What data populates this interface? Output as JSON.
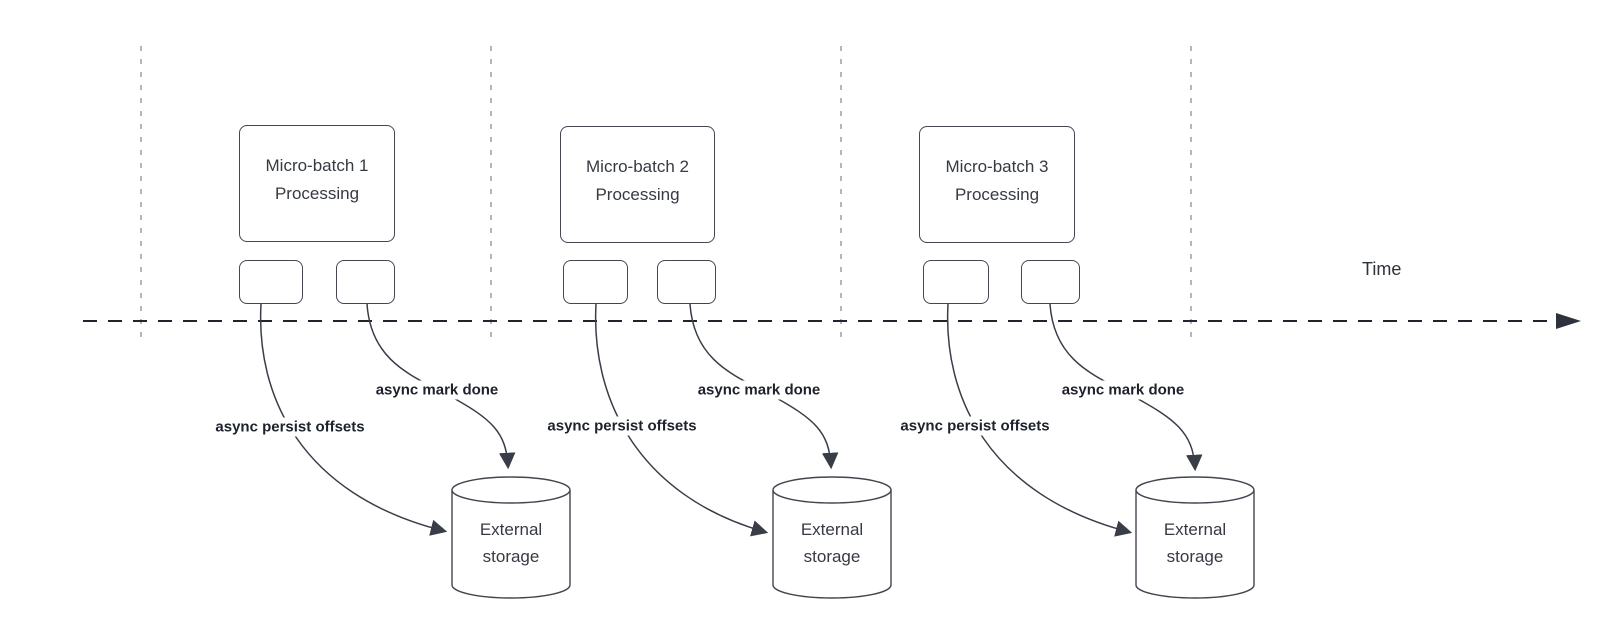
{
  "diagram": {
    "time_label": "Time",
    "groups": [
      {
        "title_line1": "Micro-batch 1",
        "title_line2": "Processing",
        "persist_label": "async persist offsets",
        "done_label": "async mark done",
        "storage_line1": "External",
        "storage_line2": "storage"
      },
      {
        "title_line1": "Micro-batch 2",
        "title_line2": "Processing",
        "persist_label": "async persist offsets",
        "done_label": "async mark done",
        "storage_line1": "External",
        "storage_line2": "storage"
      },
      {
        "title_line1": "Micro-batch 3",
        "title_line2": "Processing",
        "persist_label": "async persist offsets",
        "done_label": "async mark done",
        "storage_line1": "External",
        "storage_line2": "storage"
      }
    ],
    "colors": {
      "background": "#ffffff",
      "arrow_line": "#383d47",
      "box_border": "#42464f",
      "box_text": "#363a42",
      "label_text": "#1d222c",
      "gridline": "#a3a3a7",
      "timeline": "#20242c"
    }
  }
}
